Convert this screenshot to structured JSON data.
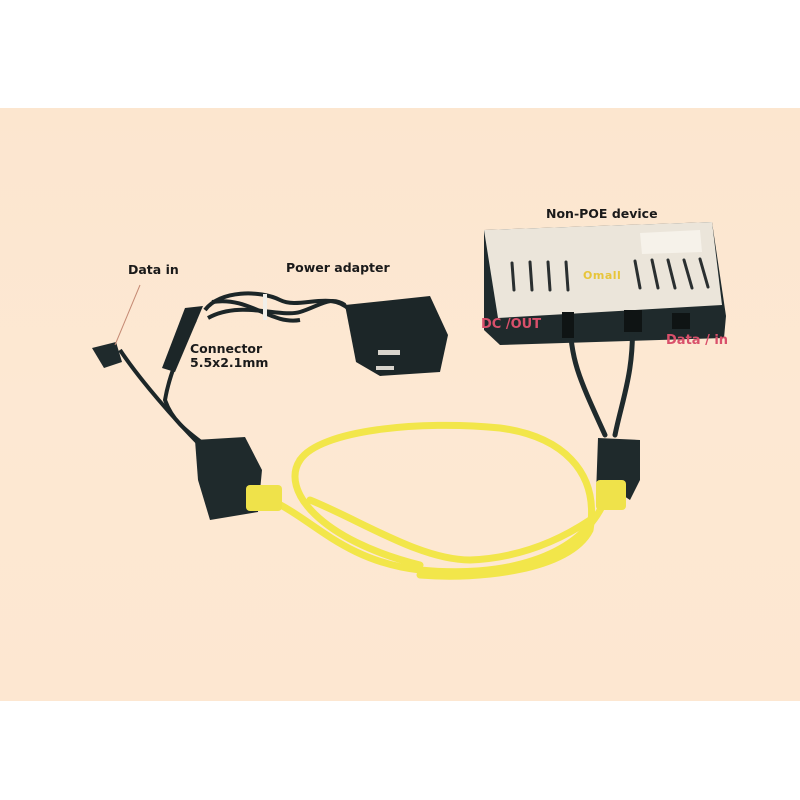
{
  "image": {
    "description": "PoE splitter kit connecting a power adapter and data cable to a non-PoE device over a yellow Ethernet cable",
    "background_color": "#fde7d1",
    "page_background": "#ffffff"
  },
  "labels": {
    "data_in_left": "Data in",
    "power_adapter": "Power adapter",
    "connector_line1": "Connector",
    "connector_line2": "5.5x2.1mm",
    "non_poe_device": "Non-POE device",
    "dc_out": "DC /OUT",
    "data_in_right": "Data / in"
  },
  "device": {
    "brand": "Omall"
  },
  "colors": {
    "label_text": "#1a1a1a",
    "port_label": "#d9506b",
    "brand": "#e7c53a",
    "ethernet_cable": "#f2e64a",
    "black_cable": "#1f2a2c",
    "device_body": "#ece6da"
  }
}
